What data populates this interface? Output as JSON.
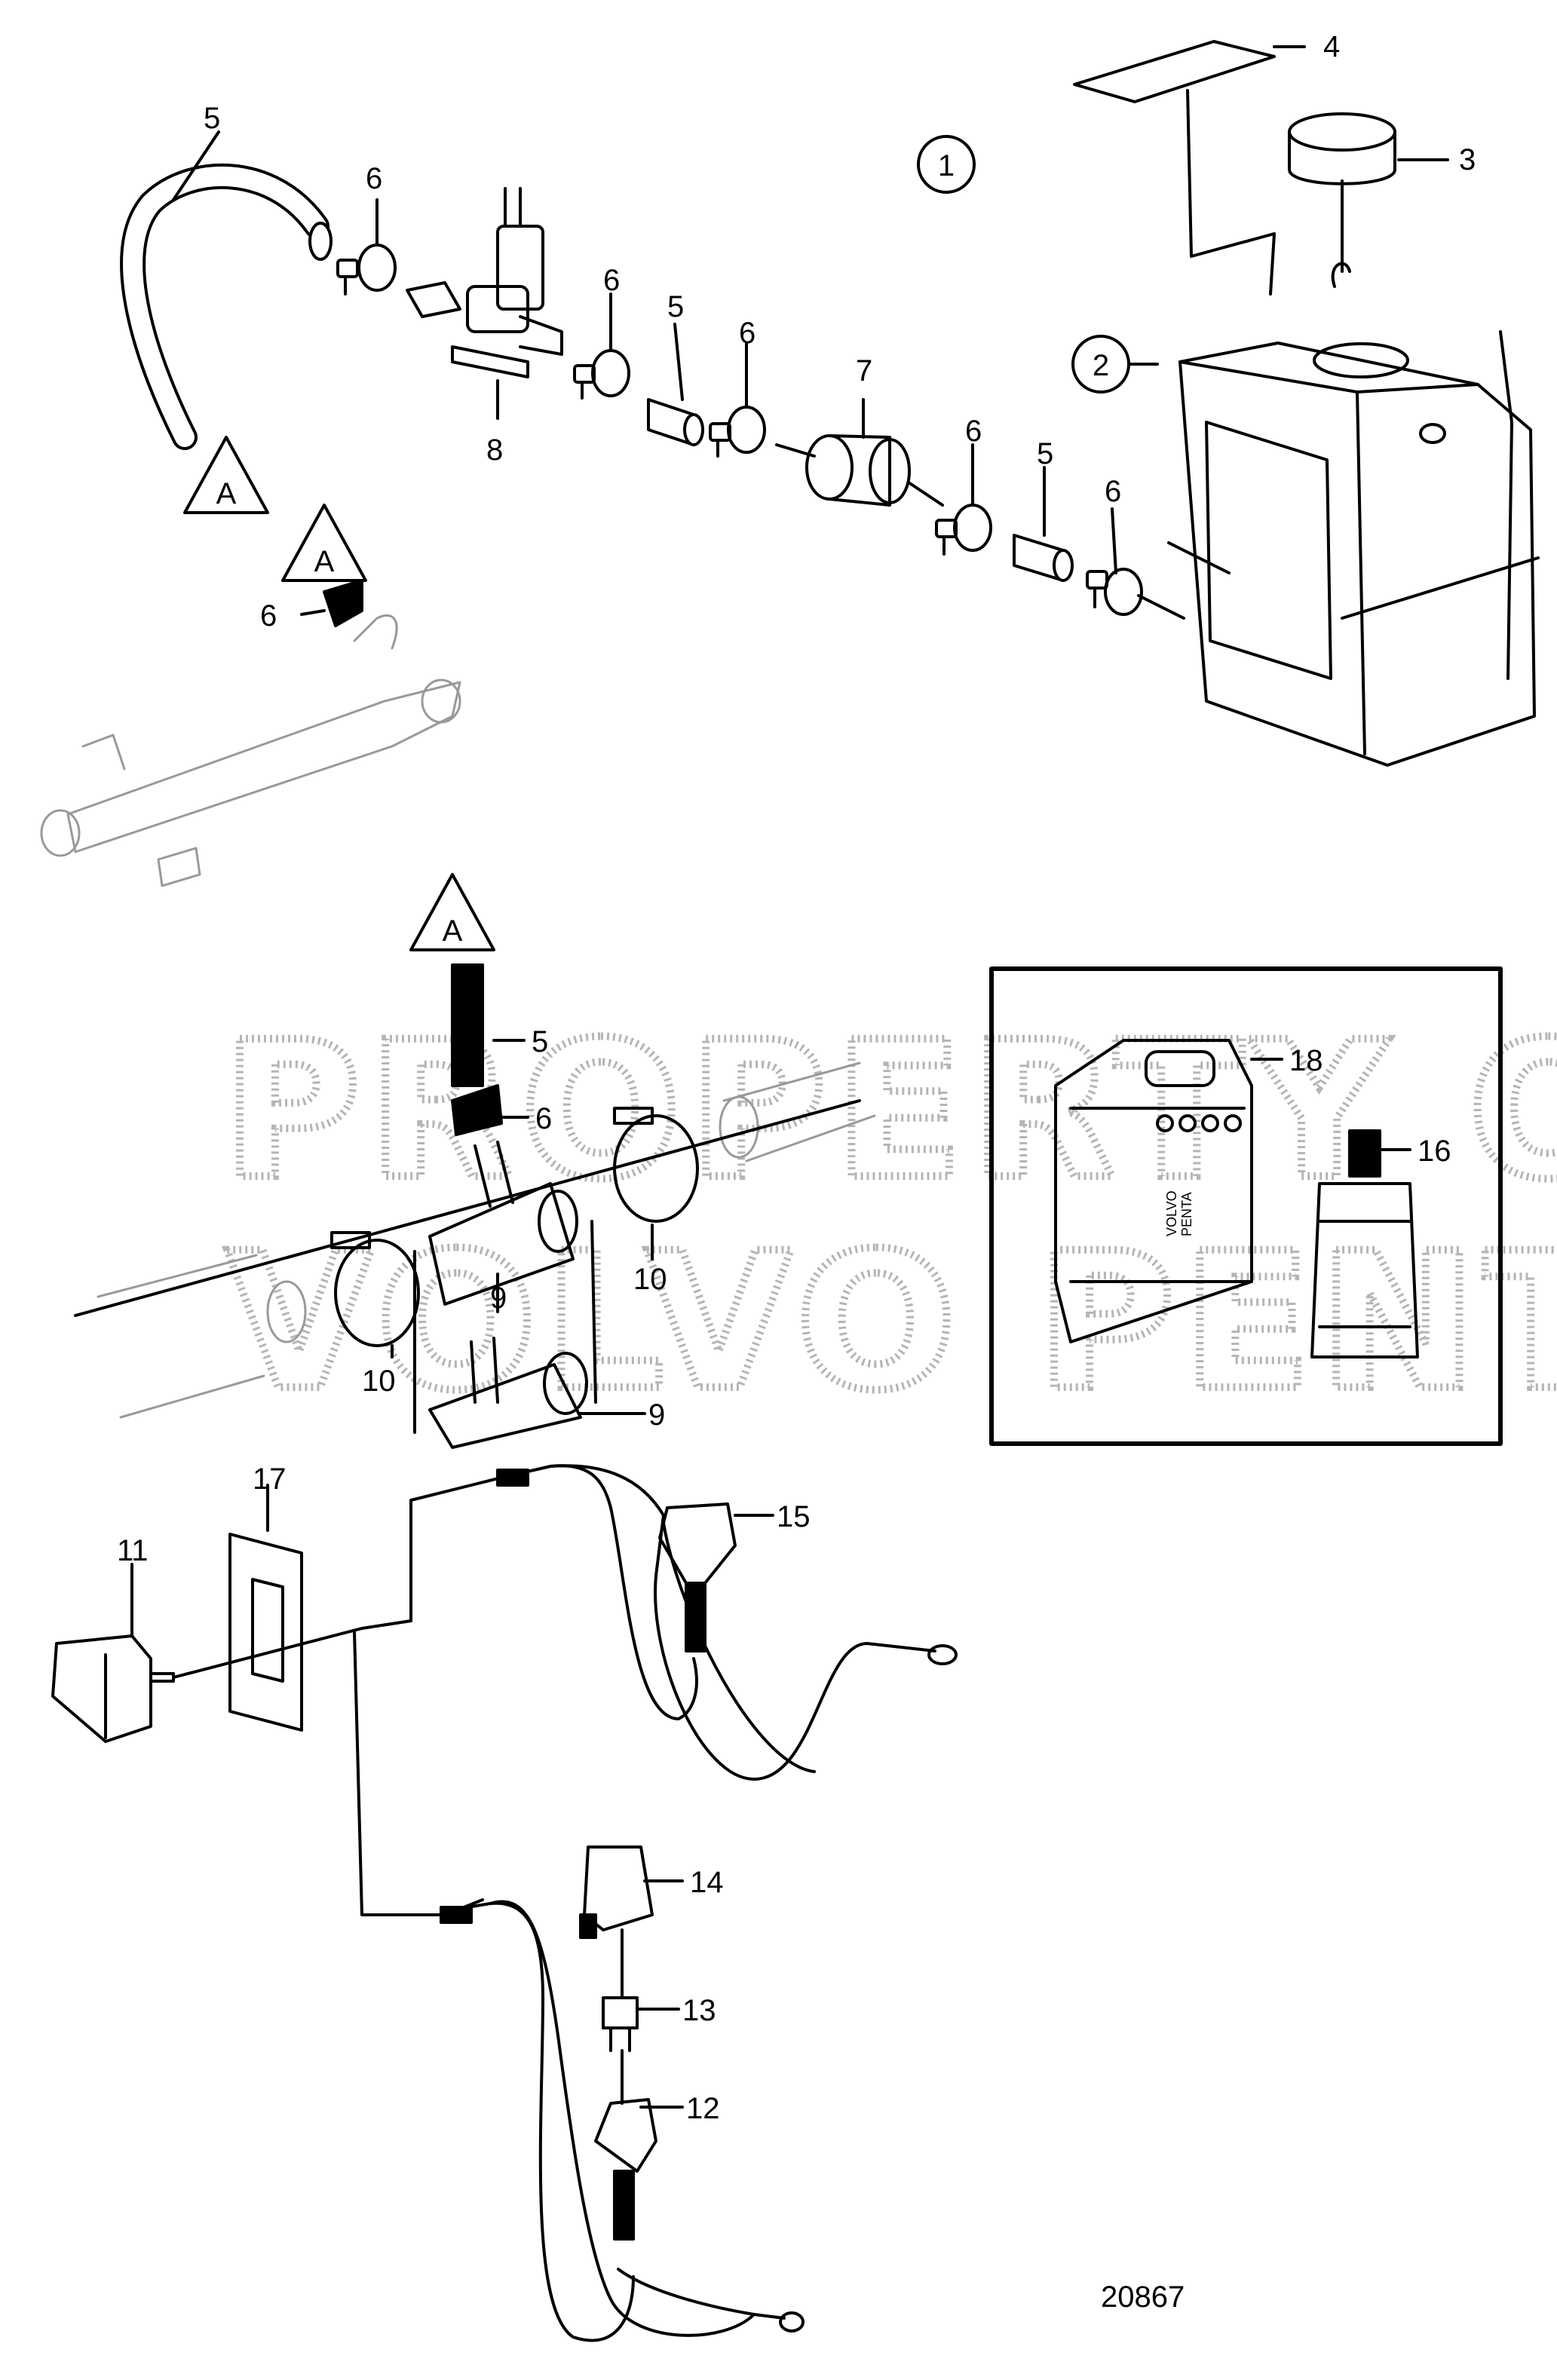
{
  "diagram": {
    "drawing_number": "20867",
    "watermark": [
      "PROPERTY OF",
      "VOLVO PENTA"
    ],
    "circled_refs": [
      "1",
      "2"
    ],
    "connector_ref": "A",
    "callouts": {
      "c3": "3",
      "c4": "4",
      "c5a": "5",
      "c5b": "5",
      "c5c": "5",
      "c5d": "5",
      "c6a": "6",
      "c6b": "6",
      "c6c": "6",
      "c6d": "6",
      "c6e": "6",
      "c6f": "6",
      "c6g": "6",
      "c7": "7",
      "c8": "8",
      "c9a": "9",
      "c9b": "9",
      "c10a": "10",
      "c10b": "10",
      "c11": "11",
      "c12": "12",
      "c13": "13",
      "c14": "14",
      "c15": "15",
      "c16": "16",
      "c17": "17",
      "c18": "18"
    },
    "canister_text": [
      "VOLVO",
      "PENTA"
    ]
  }
}
